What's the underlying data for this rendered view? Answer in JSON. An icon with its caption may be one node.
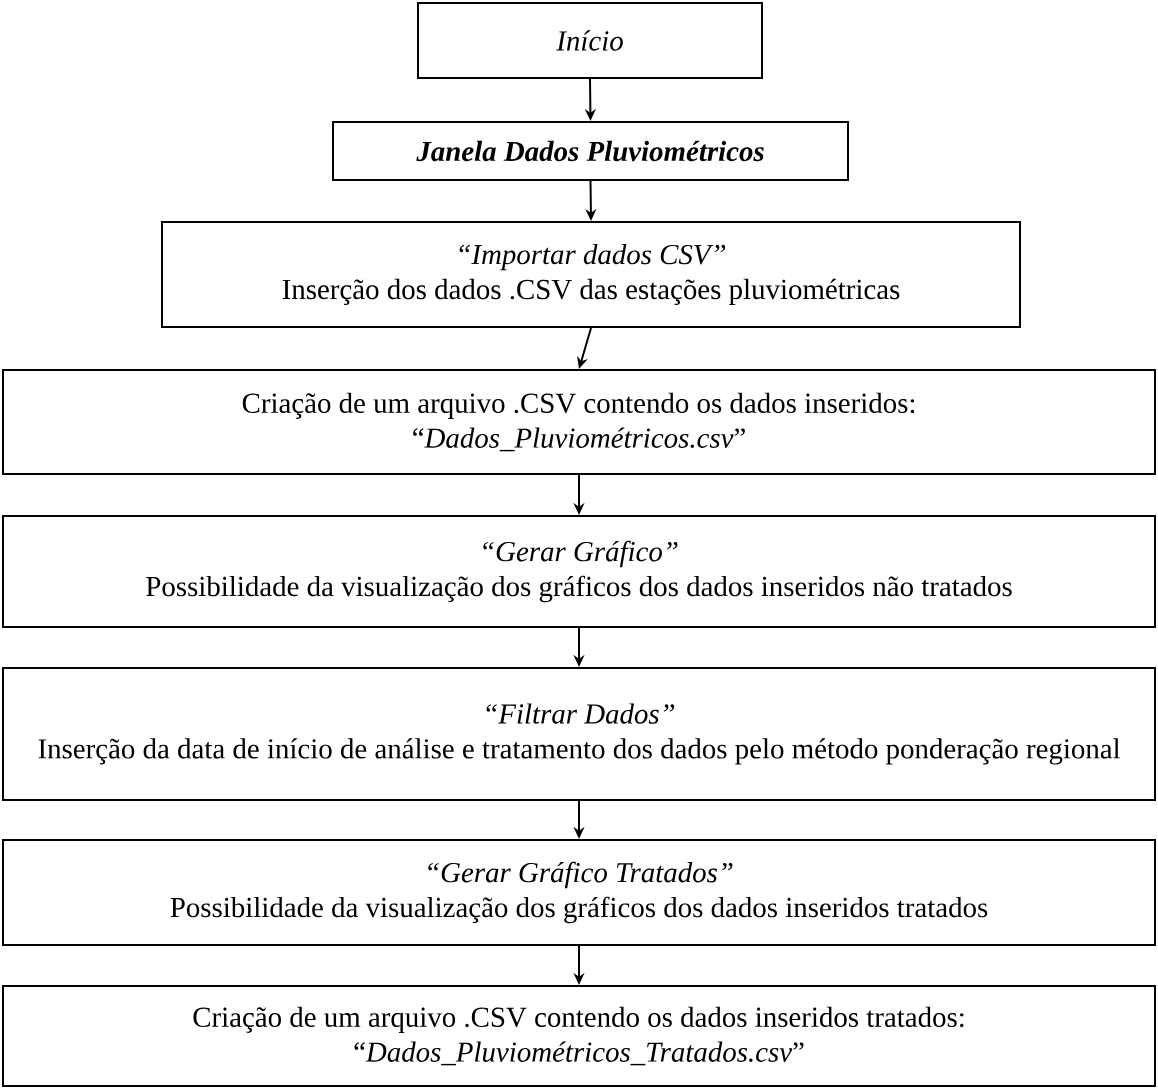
{
  "diagram": {
    "nodes": [
      {
        "text": [
          "Início"
        ]
      },
      {
        "text": [
          "Janela Dados Pluviométricos"
        ]
      },
      {
        "text": [
          "“Importar dados CSV”",
          "Inserção dos dados .CSV das estações pluviométricas"
        ]
      },
      {
        "text": [
          "Criação de um arquivo .CSV contendo os dados inseridos: “*Dados_Pluviométricos.csv*”"
        ]
      },
      {
        "text": [
          "“Gerar Gráfico”",
          "Possibilidade da visualização dos gráficos dos dados inseridos não tratados"
        ]
      },
      {
        "text": [
          "“Filtrar Dados”",
          "Inserção da data de início de análise e tratamento dos dados pelo método ponderação regional"
        ]
      },
      {
        "text": [
          "“Gerar Gráfico Tratados”",
          "Possibilidade da visualização dos gráficos dos dados inseridos tratados"
        ]
      },
      {
        "text": [
          "Criação de um arquivo .CSV contendo os dados inseridos tratados: “*Dados_Pluviométricos_Tratados.csv*”"
        ]
      }
    ],
    "edges": [
      {
        "from": 0,
        "to": 1,
        "arrow": "to"
      },
      {
        "from": 1,
        "to": 2,
        "arrow": "to"
      },
      {
        "from": 2,
        "to": 3,
        "arrow": "to"
      },
      {
        "from": 3,
        "to": 4,
        "arrow": "to"
      },
      {
        "from": 4,
        "to": 5,
        "arrow": "to"
      },
      {
        "from": 5,
        "to": 6,
        "arrow": "to"
      },
      {
        "from": 6,
        "to": 7,
        "arrow": "to"
      }
    ]
  }
}
